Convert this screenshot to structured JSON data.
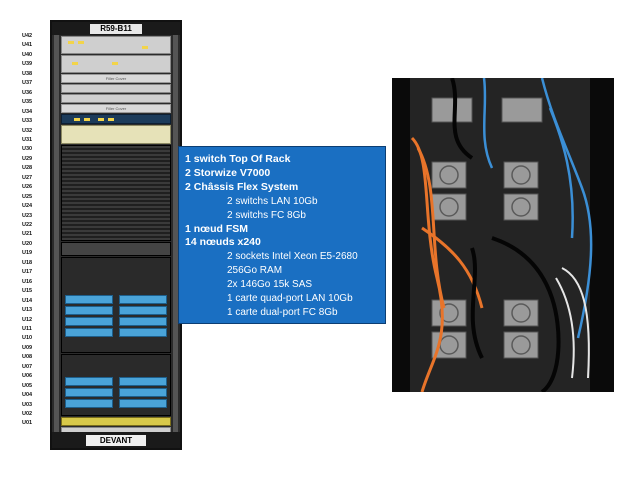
{
  "rack": {
    "title": "R59-B11",
    "front_label": "DEVANT",
    "filler_label": "Filler Cover",
    "unit_labels": [
      "U42",
      "U41",
      "U40",
      "U39",
      "U38",
      "U37",
      "U36",
      "U35",
      "U34",
      "U33",
      "U32",
      "U31",
      "U30",
      "U29",
      "U28",
      "U27",
      "U26",
      "U25",
      "U24",
      "U23",
      "U22",
      "U21",
      "U20",
      "U19",
      "U18",
      "U17",
      "U16",
      "U15",
      "U14",
      "U13",
      "U12",
      "U11",
      "U10",
      "U09",
      "U08",
      "U07",
      "U06",
      "U05",
      "U04",
      "U03",
      "U02",
      "U01"
    ]
  },
  "spec": {
    "lines": [
      {
        "text": "1 switch Top Of Rack",
        "level": "main"
      },
      {
        "text": "2 Storwize V7000",
        "level": "main"
      },
      {
        "text": "2 Châssis Flex System",
        "level": "main"
      },
      {
        "text": "2 switchs LAN 10Gb",
        "level": "sub"
      },
      {
        "text": "2 switchs FC 8Gb",
        "level": "sub"
      },
      {
        "text": "1 nœud FSM",
        "level": "main"
      },
      {
        "text": "14 nœuds x240",
        "level": "main"
      },
      {
        "text": "2 sockets Intel Xeon E5-2680",
        "level": "sub"
      },
      {
        "text": "256Go RAM",
        "level": "sub"
      },
      {
        "text": "2x 146Go 15k SAS",
        "level": "sub"
      },
      {
        "text": "1 carte quad-port LAN 10Gb",
        "level": "sub"
      },
      {
        "text": "1 carte dual-port FC 8Gb",
        "level": "sub"
      }
    ]
  },
  "colors": {
    "spec_box_bg": "#1a6fc2",
    "node_blue": "#4aa3d8",
    "cable_orange": "#e8742a",
    "cable_blue": "#3b8fd6"
  }
}
